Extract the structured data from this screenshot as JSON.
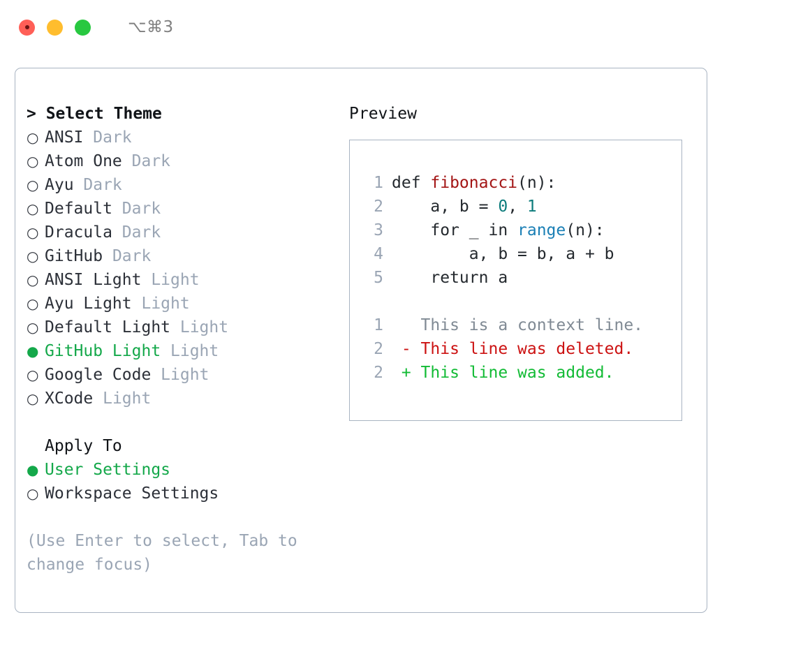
{
  "titlebar": {
    "lights": [
      {
        "name": "close-button",
        "color": "#ff5f57"
      },
      {
        "name": "minimize-button",
        "color": "#ffbd2e"
      },
      {
        "name": "maximize-button",
        "color": "#28c840"
      }
    ],
    "shortcut": "⌥⌘3"
  },
  "theme_picker": {
    "header": "> Select Theme",
    "items": [
      {
        "marker": "○",
        "name": "ANSI",
        "tag": " Dark",
        "selected": false
      },
      {
        "marker": "○",
        "name": "Atom One",
        "tag": " Dark",
        "selected": false
      },
      {
        "marker": "○",
        "name": "Ayu",
        "tag": " Dark",
        "selected": false
      },
      {
        "marker": "○",
        "name": "Default",
        "tag": " Dark",
        "selected": false
      },
      {
        "marker": "○",
        "name": "Dracula",
        "tag": " Dark",
        "selected": false
      },
      {
        "marker": "○",
        "name": "GitHub",
        "tag": " Dark",
        "selected": false
      },
      {
        "marker": "○",
        "name": "ANSI Light",
        "tag": " Light",
        "selected": false
      },
      {
        "marker": "○",
        "name": "Ayu Light",
        "tag": " Light",
        "selected": false
      },
      {
        "marker": "○",
        "name": "Default Light",
        "tag": " Light",
        "selected": false
      },
      {
        "marker": "●",
        "name": "GitHub Light",
        "tag": " Light",
        "selected": true
      },
      {
        "marker": "○",
        "name": "Google Code",
        "tag": " Light",
        "selected": false
      },
      {
        "marker": "○",
        "name": "XCode",
        "tag": " Light",
        "selected": false
      }
    ]
  },
  "apply_to": {
    "header": "Apply To",
    "items": [
      {
        "marker": "●",
        "name": "User Settings",
        "tag": "",
        "selected": true
      },
      {
        "marker": "○",
        "name": "Workspace Settings",
        "tag": "",
        "selected": false
      }
    ]
  },
  "help_text": "(Use Enter to select, Tab to change focus)",
  "preview": {
    "header": "Preview",
    "code_lines": [
      {
        "ln": "1",
        "tokens": [
          {
            "text": "def ",
            "cls": "tok-plain"
          },
          {
            "text": "fibonacci",
            "cls": "tok-func"
          },
          {
            "text": "(n):",
            "cls": "tok-plain"
          }
        ]
      },
      {
        "ln": "2",
        "tokens": [
          {
            "text": "    a, b = ",
            "cls": "tok-plain"
          },
          {
            "text": "0",
            "cls": "tok-num"
          },
          {
            "text": ", ",
            "cls": "tok-plain"
          },
          {
            "text": "1",
            "cls": "tok-num"
          }
        ]
      },
      {
        "ln": "3",
        "tokens": [
          {
            "text": "    for _ in ",
            "cls": "tok-plain"
          },
          {
            "text": "range",
            "cls": "tok-call"
          },
          {
            "text": "(n):",
            "cls": "tok-plain"
          }
        ]
      },
      {
        "ln": "4",
        "tokens": [
          {
            "text": "        a, b = b, a + b",
            "cls": "tok-plain"
          }
        ]
      },
      {
        "ln": "5",
        "tokens": [
          {
            "text": "    return a",
            "cls": "tok-plain"
          }
        ]
      }
    ],
    "diff_lines": [
      {
        "ln": "1",
        "tokens": [
          {
            "text": "   This is a context line.",
            "cls": "tok-ctx"
          }
        ]
      },
      {
        "ln": "2",
        "tokens": [
          {
            "text": " - This line was deleted.",
            "cls": "tok-del"
          }
        ]
      },
      {
        "ln": "2",
        "tokens": [
          {
            "text": " + This line was added.",
            "cls": "tok-add"
          }
        ]
      }
    ]
  },
  "colors": {
    "panel_border": "#a9b4c2",
    "accent_green": "#14a84a",
    "muted": "#9aa5b4",
    "text": "#2c3038",
    "diff_add": "#12bb35",
    "diff_del": "#cc1212",
    "syntax_function": "#a31515",
    "syntax_builtin": "#1a7fb5",
    "syntax_number": "#0d7c7c"
  }
}
